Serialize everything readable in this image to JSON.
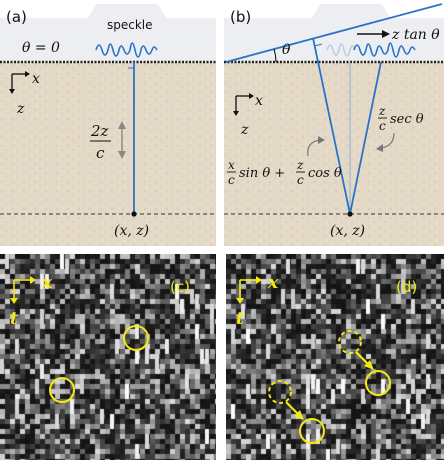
{
  "panels": {
    "a": {
      "label": "(a)",
      "theta_eq": "θ = 0",
      "speckle": "speckle",
      "axis_x": "x",
      "axis_z": "z",
      "frac_num": "2z",
      "frac_den": "c",
      "point": "(x, z)"
    },
    "b": {
      "label": "(b)",
      "theta": "θ",
      "shift": "z tan θ",
      "axis_x": "x",
      "axis_z": "z",
      "sec_z": "z",
      "sec_c": "c",
      "sec_rest": "sec θ",
      "sum_x": "x",
      "sum_c1": "c",
      "sum_mid": "sin θ +",
      "sum_z": "z",
      "sum_c2": "c",
      "sum_end": "cos θ",
      "point": "(x, z)"
    },
    "c": {
      "label": "(c)",
      "axis_x": "x",
      "axis_t": "t"
    },
    "d": {
      "label": "(d)",
      "axis_x": "x",
      "axis_t": "t"
    }
  },
  "colors": {
    "sand": "#e6dccb",
    "sky": "#eef0f3",
    "beam": "#2a72c8",
    "marker": "#f2ea12"
  }
}
